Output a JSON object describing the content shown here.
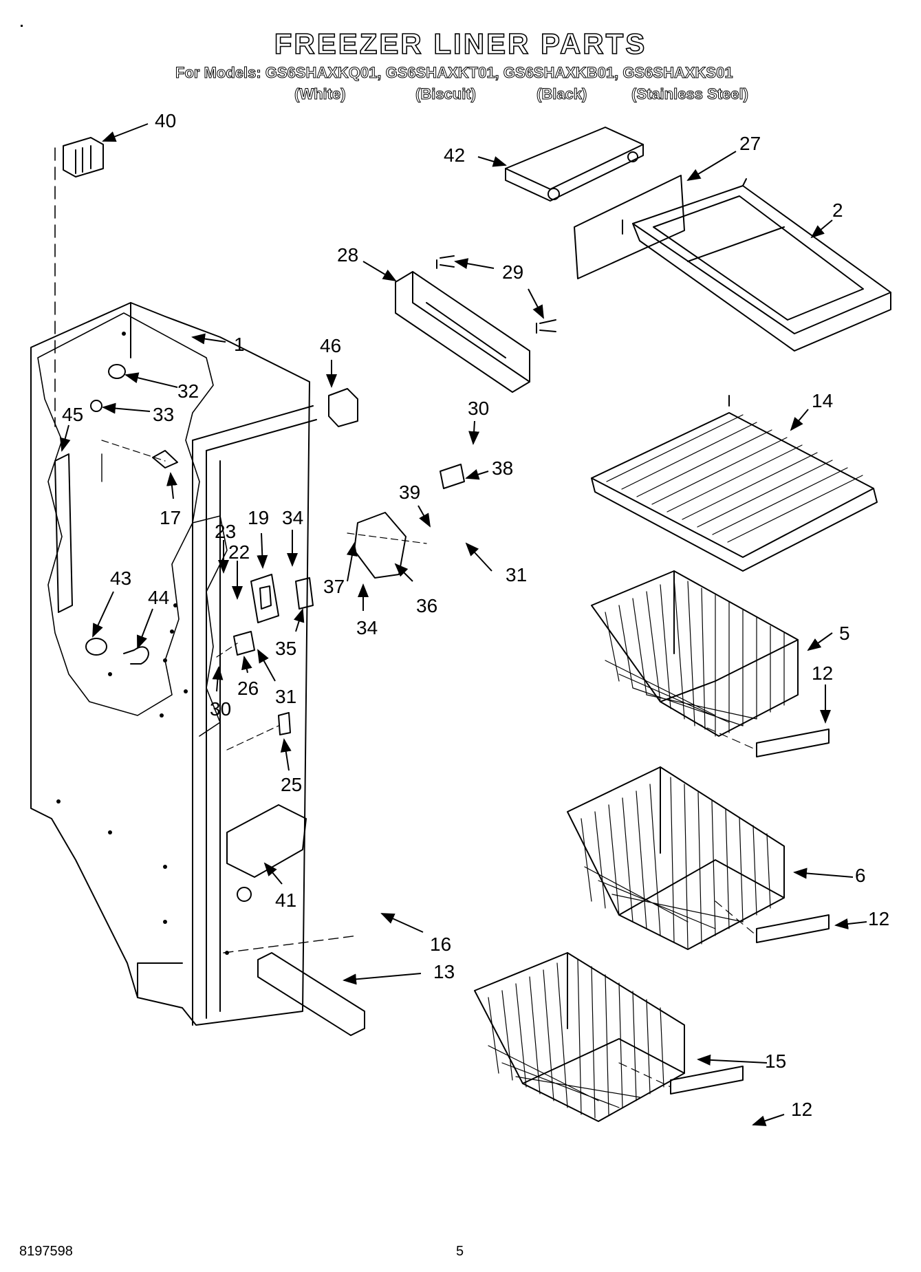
{
  "header": {
    "title": "FREEZER LINER PARTS",
    "models": "For Models: GS6SHAXKQ01, GS6SHAXKT01, GS6SHAXKB01, GS6SHAXKS01",
    "variants": [
      "(White)",
      "(Biscuit)",
      "(Black)",
      "(Stainless Steel)"
    ]
  },
  "callouts": [
    "40",
    "42",
    "27",
    "2",
    "28",
    "29",
    "1",
    "46",
    "32",
    "33",
    "45",
    "30",
    "38",
    "17",
    "14",
    "23",
    "19",
    "34",
    "39",
    "22",
    "43",
    "44",
    "37",
    "31",
    "36",
    "34",
    "5",
    "35",
    "26",
    "31",
    "30",
    "12",
    "25",
    "6",
    "41",
    "12",
    "16",
    "13",
    "15",
    "12"
  ],
  "footer": {
    "doc_number": "8197598",
    "page_number": "5"
  }
}
